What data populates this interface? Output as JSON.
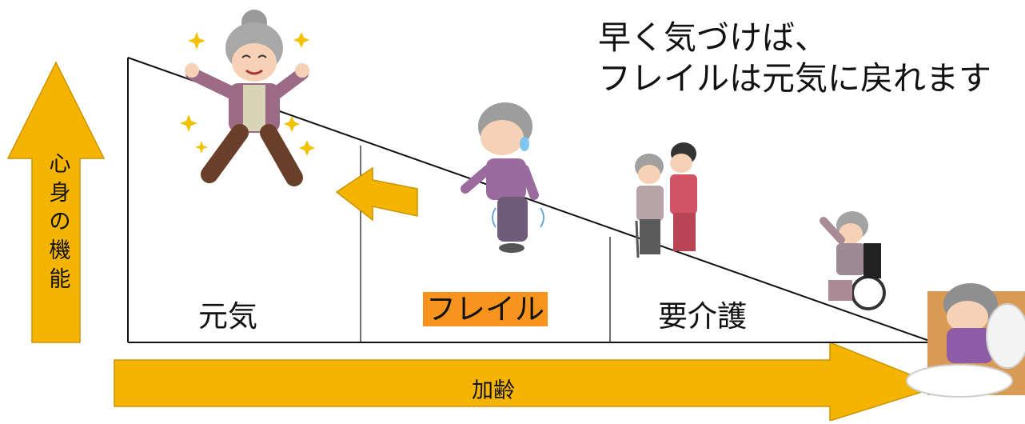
{
  "headline": {
    "line1": "早く気づけば、",
    "line2": "フレイルは元気に戻れます"
  },
  "stages": {
    "healthy": "元気",
    "frailty": "フレイル",
    "care_needed": "要介護"
  },
  "axes": {
    "function": [
      "心",
      "身",
      "の",
      "機",
      "能"
    ],
    "aging": "加齢"
  },
  "colors": {
    "arrow": "#f5b400",
    "arrow_border": "#c99400",
    "frailty_highlight": "#f7941d",
    "line": "#111111"
  },
  "icons": [
    "elderly-woman-happy-icon",
    "elderly-woman-frail-icon",
    "caregiver-with-elderly-icon",
    "wheelchair-user-icon",
    "bedridden-elderly-icon",
    "sparkle-icon"
  ]
}
